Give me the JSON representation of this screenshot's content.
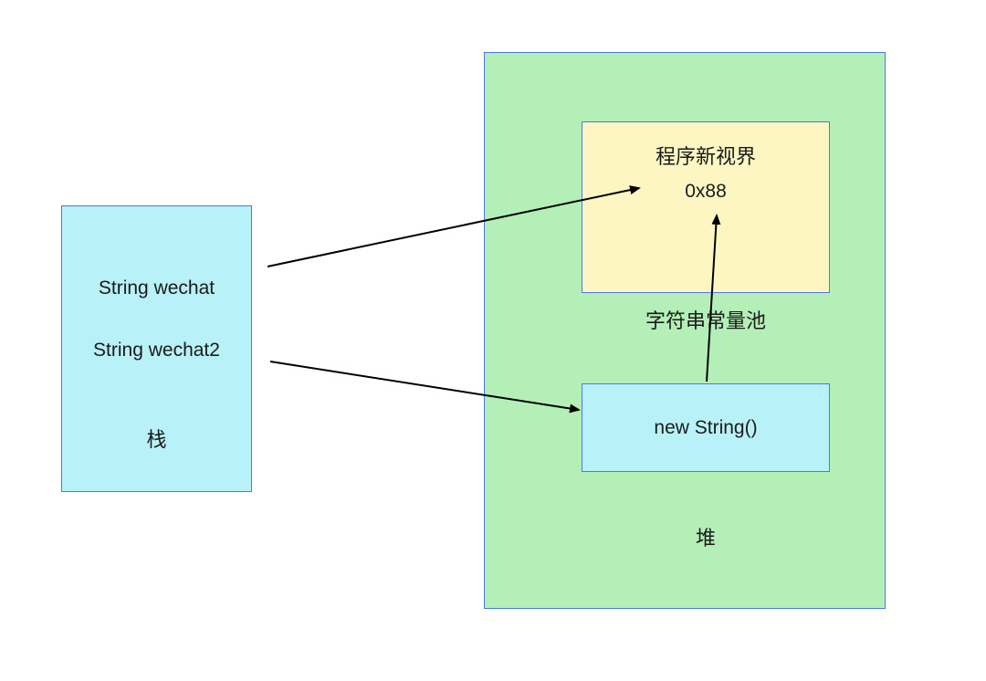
{
  "diagram": {
    "stack_box": {
      "line1": "String wechat",
      "line2": "String wechat2",
      "label": "栈"
    },
    "heap_box": {
      "label": "堆",
      "pool_label": "字符串常量池",
      "pool_box": {
        "line1": "程序新视界",
        "line2": "0x88"
      },
      "new_string_box": {
        "label": "new String()"
      }
    },
    "colors": {
      "stack_fill": "#b8f1f7",
      "heap_fill": "#b3efb6",
      "pool_fill": "#fdf6c3",
      "border": "#4e7ae0",
      "arrow": "#000000"
    }
  }
}
